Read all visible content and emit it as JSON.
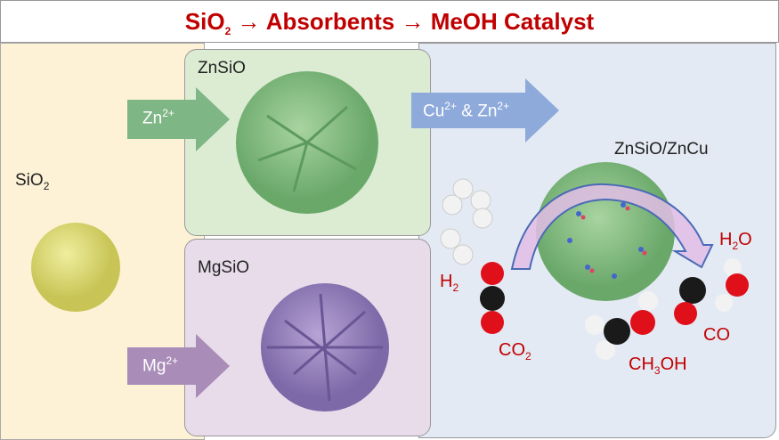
{
  "title": {
    "part1": "SiO",
    "sub1": "2",
    "arrow1": " → ",
    "part2": "Absorbents",
    "arrow2": " → ",
    "part3": "MeOH Catalyst"
  },
  "labels": {
    "sio2": {
      "base": "SiO",
      "sub": "2"
    },
    "znsio": "ZnSiO",
    "mgsio": "MgSiO",
    "catalyst": "ZnSiO/ZnCu"
  },
  "arrows": {
    "zn": {
      "base": "Zn",
      "sup": "2+"
    },
    "mg": {
      "base": "Mg",
      "sup": "2+"
    },
    "cuzn": {
      "cu": "Cu",
      "cusup": "2+",
      "amp": " & ",
      "zn": "Zn",
      "znsup": "2+"
    }
  },
  "molecules": {
    "h2": {
      "base": "H",
      "sub": "2"
    },
    "co2": {
      "base": "CO",
      "sub": "2"
    },
    "h2o": {
      "base": "H",
      "sub": "2",
      "tail": "O"
    },
    "co": "CO",
    "ch3oh": {
      "base": "CH",
      "sub": "3",
      "tail": "OH"
    }
  },
  "colors": {
    "title": "#c00000",
    "sio2": "#d8d66a",
    "znsio": "#8fc48a",
    "mgsio": "#9a86c0",
    "oxygen": "#e0101a",
    "carbon": "#1a1a1a",
    "hydrogen": "#f2f2f2"
  }
}
